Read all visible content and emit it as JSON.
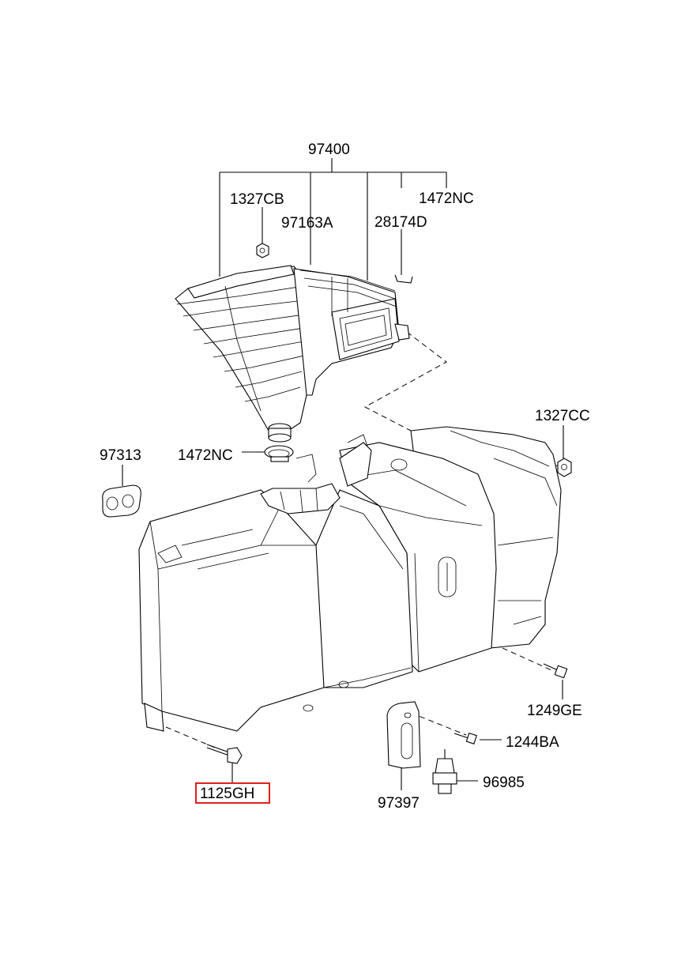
{
  "diagram": {
    "callouts": {
      "assembly": "97400",
      "nut_top": "1327CB",
      "filter_clip": "97163A",
      "clip_small": "28174D",
      "clamp_top": "1472NC",
      "nut_right": "1327CC",
      "clamp_mid": "1472NC",
      "grommet": "97313",
      "screw_right": "1249GE",
      "screw_small": "1244BA",
      "bolt_bottom": "1125GH",
      "bracket": "97397",
      "sensor": "96985"
    },
    "highlight_color": "#e02020",
    "highlighted_callout": "1125GH"
  }
}
